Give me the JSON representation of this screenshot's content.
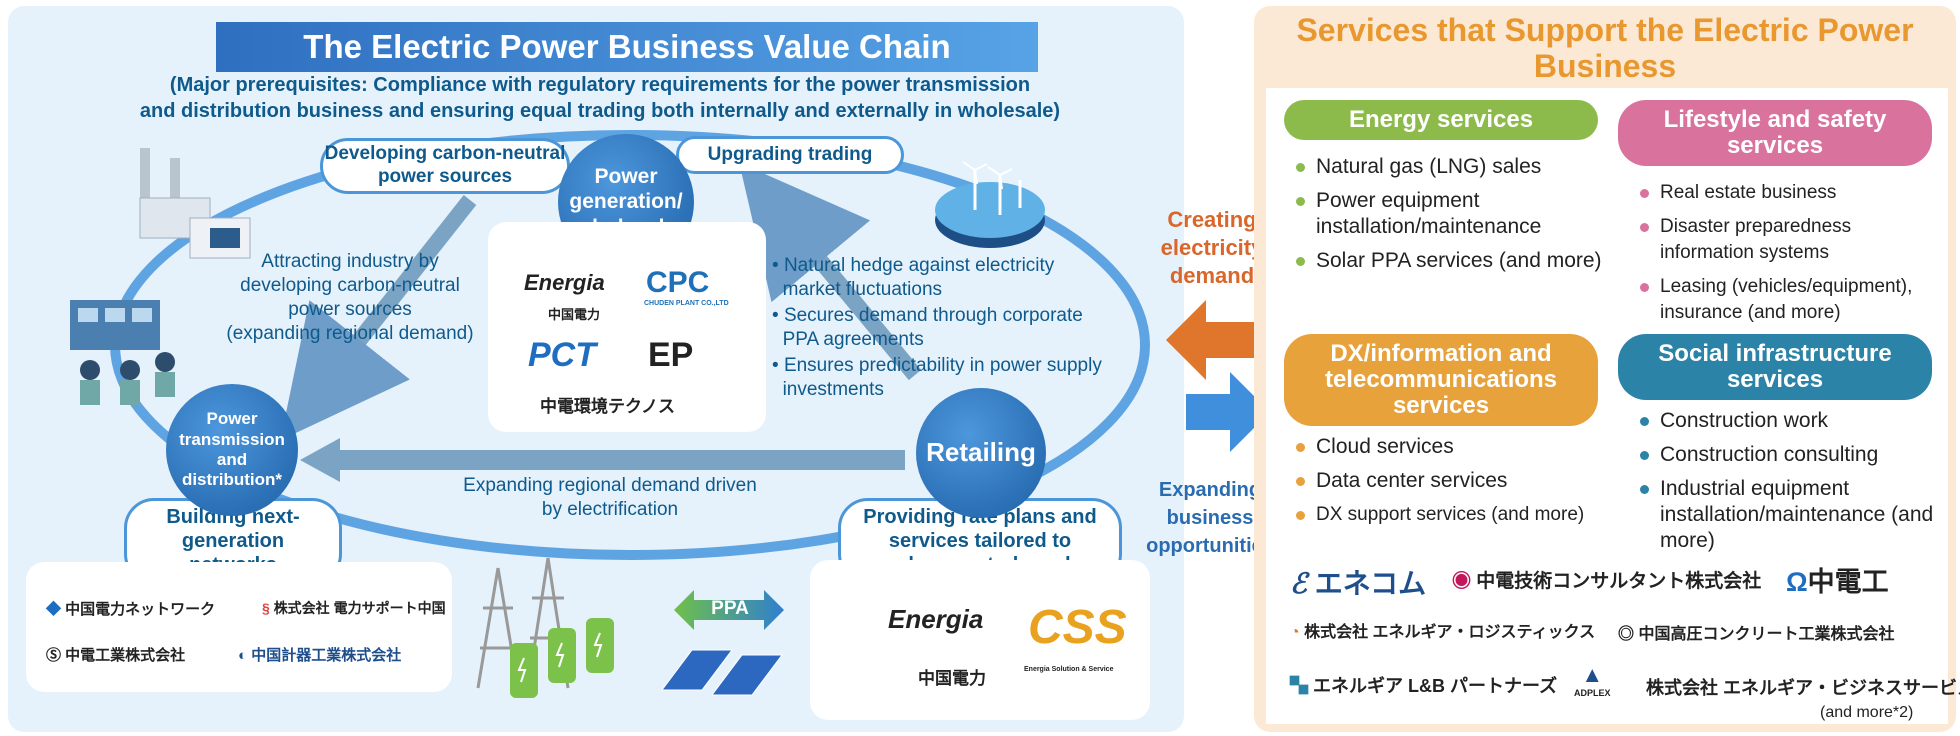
{
  "left": {
    "title": "The Electric Power Business Value Chain",
    "prerequisite_line1": "(Major prerequisites: Compliance with regulatory requirements for the power transmission",
    "prerequisite_line2": "and distribution business and ensuring equal trading both internally and externally in wholesale)",
    "nodes": {
      "generation": "Power generation/ wholesale",
      "transmission": "Power transmission and distribution*",
      "retailing": "Retailing"
    },
    "pills": {
      "carbon_neutral_sources": "Developing carbon-neutral power sources",
      "upgrading_trading": "Upgrading trading",
      "next_gen_networks": "Building next-generation networks",
      "rate_plans": "Providing rate plans and services tailored to carbon-neutral needs"
    },
    "attracting_industry": [
      "Attracting industry by",
      "developing carbon-neutral",
      "power sources",
      "(expanding regional demand)"
    ],
    "bullets": [
      [
        "Natural hedge against electricity",
        "market fluctuations"
      ],
      [
        "Secures demand through corporate",
        "PPA agreements"
      ],
      [
        "Ensures predictability in power supply",
        "investments"
      ]
    ],
    "expanding_regional": [
      "Expanding regional demand driven",
      "by electrification"
    ],
    "ppa_label": "PPA",
    "generation_logos": [
      "Energia",
      "中国電力",
      "CPC",
      "CHUDEN PLANT CO.,LTD",
      "PCT",
      "EP",
      "中電環境テクノス"
    ],
    "transmission_logos": [
      "中国電力ネットワーク",
      "株式会社 電力サポート中国",
      "中電工業株式会社",
      "中国計器工業株式会社"
    ],
    "retail_logos": [
      "Energia",
      "中国電力",
      "CSS",
      "Energia Solution & Service"
    ]
  },
  "middle": {
    "creating_demand": [
      "Creating",
      "electricity",
      "demand"
    ],
    "expanding_business": [
      "Expanding",
      "business",
      "opportunities"
    ]
  },
  "right": {
    "title": "Services that Support the Electric Power Business",
    "energy": {
      "header": "Energy services",
      "items": [
        "Natural gas (LNG) sales",
        "Power equipment installation/maintenance",
        "Solar PPA services (and more)"
      ]
    },
    "lifestyle": {
      "header": "Lifestyle and safety services",
      "items": [
        "Real estate business",
        "Disaster preparedness information systems",
        "Leasing (vehicles/equipment), insurance (and more)"
      ]
    },
    "dx": {
      "header": "DX/information and telecommunications services",
      "items": [
        "Cloud services",
        "Data center services",
        "DX support services (and more)"
      ]
    },
    "social": {
      "header": "Social infrastructure services",
      "items": [
        "Construction work",
        "Construction consulting",
        "Industrial equipment installation/maintenance (and more)"
      ]
    },
    "logos": [
      "エネコム",
      "中電技術コンサルタント株式会社",
      "中電工",
      "株式会社 エネルギア・ロジスティックス",
      "中国高圧コンクリート工業株式会社",
      "エネルギア L&B パートナーズ",
      "ADPLEX",
      "株式会社 エネルギア・ビジネスサービス"
    ],
    "and_more": "(and more*2)"
  },
  "colors": {
    "energy": "#8dbb4b",
    "lifestyle": "#d9739e",
    "dx": "#e8a23b",
    "social": "#2b83a8",
    "orange_arrow": "#e0762c",
    "blue_arrow": "#3f8fdc"
  }
}
